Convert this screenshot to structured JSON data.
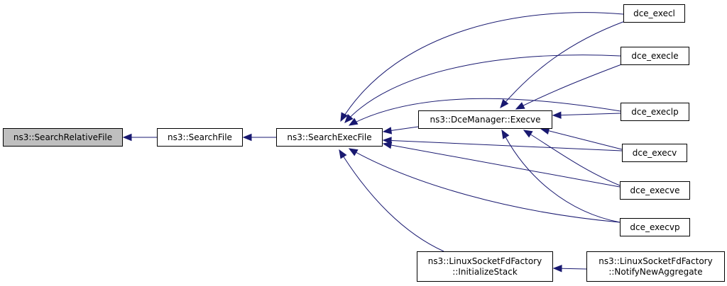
{
  "colors": {
    "edge": "#191970",
    "node_border": "#000000",
    "node_fill": "#ffffff",
    "root_fill": "#bfbfbf"
  },
  "nodes": {
    "relative": {
      "lines": [
        "ns3::SearchRelativeFile"
      ],
      "highlight": true
    },
    "searchfile": {
      "lines": [
        "ns3::SearchFile"
      ]
    },
    "searchexec": {
      "lines": [
        "ns3::SearchExecFile"
      ]
    },
    "execve": {
      "lines": [
        "ns3::DceManager::Execve"
      ]
    },
    "initstack": {
      "lines": [
        "ns3::LinuxSocketFdFactory",
        "::InitializeStack"
      ]
    },
    "notify": {
      "lines": [
        "ns3::LinuxSocketFdFactory",
        "::NotifyNewAggregate"
      ]
    },
    "execl": {
      "lines": [
        "dce_execl"
      ]
    },
    "execle": {
      "lines": [
        "dce_execle"
      ]
    },
    "execlp": {
      "lines": [
        "dce_execlp"
      ]
    },
    "execv": {
      "lines": [
        "dce_execv"
      ]
    },
    "execve2": {
      "lines": [
        "dce_execve"
      ]
    },
    "execvp": {
      "lines": [
        "dce_execvp"
      ]
    }
  },
  "edges": [
    {
      "from": "searchfile",
      "to": "relative"
    },
    {
      "from": "searchexec",
      "to": "searchfile"
    },
    {
      "from": "execve",
      "to": "searchexec"
    },
    {
      "from": "execl",
      "to": "searchexec"
    },
    {
      "from": "execle",
      "to": "searchexec"
    },
    {
      "from": "execlp",
      "to": "searchexec"
    },
    {
      "from": "execv",
      "to": "searchexec"
    },
    {
      "from": "execve2",
      "to": "searchexec"
    },
    {
      "from": "execvp",
      "to": "searchexec"
    },
    {
      "from": "initstack",
      "to": "searchexec"
    },
    {
      "from": "execl",
      "to": "execve"
    },
    {
      "from": "execle",
      "to": "execve"
    },
    {
      "from": "execlp",
      "to": "execve"
    },
    {
      "from": "execv",
      "to": "execve"
    },
    {
      "from": "execve2",
      "to": "execve"
    },
    {
      "from": "execvp",
      "to": "execve"
    },
    {
      "from": "notify",
      "to": "initstack"
    }
  ]
}
